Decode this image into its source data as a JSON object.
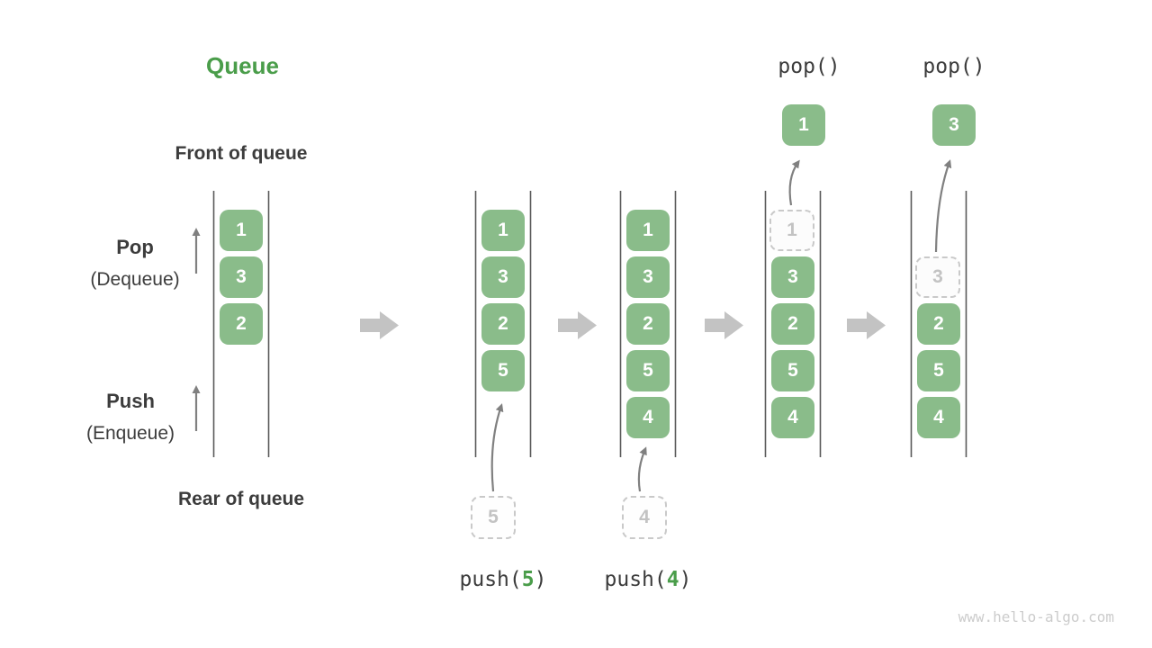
{
  "title": "Queue",
  "labels": {
    "front": "Front of queue",
    "rear": "Rear of queue",
    "pop": "Pop",
    "dequeue": "(Dequeue)",
    "push": "Push",
    "enqueue": "(Enqueue)"
  },
  "operations": {
    "push5": {
      "prefix": "push(",
      "arg": "5",
      "suffix": ")"
    },
    "push4": {
      "prefix": "push(",
      "arg": "4",
      "suffix": ")"
    },
    "pop1": "pop()",
    "pop2": "pop()"
  },
  "popped": {
    "first": "1",
    "second": "3"
  },
  "staged": {
    "push5": "5",
    "push4": "4"
  },
  "columns": [
    {
      "cells": [
        {
          "v": "1"
        },
        {
          "v": "3"
        },
        {
          "v": "2"
        }
      ]
    },
    {
      "cells": [
        {
          "v": "1"
        },
        {
          "v": "3"
        },
        {
          "v": "2"
        },
        {
          "v": "5"
        }
      ]
    },
    {
      "cells": [
        {
          "v": "1"
        },
        {
          "v": "3"
        },
        {
          "v": "2"
        },
        {
          "v": "5"
        },
        {
          "v": "4"
        }
      ]
    },
    {
      "ghost": "1",
      "cells": [
        {
          "v": "3"
        },
        {
          "v": "2"
        },
        {
          "v": "5"
        },
        {
          "v": "4"
        }
      ]
    },
    {
      "ghost": "3",
      "cells": [
        {
          "v": "2"
        },
        {
          "v": "5"
        },
        {
          "v": "4"
        }
      ]
    }
  ],
  "watermark": "www.hello-algo.com",
  "colors": {
    "title-green": "#4a9d4a",
    "box-green": "#8abc8a",
    "box-text": "#ffffff",
    "text-dark": "#3c3c3c",
    "line-gray": "#595959",
    "arrow-gray": "#c3c3c3",
    "curve-gray": "#808080",
    "ghost-border": "#c9c9c9",
    "ghost-text": "#c3c3c3",
    "watermark-gray": "#cccccc"
  }
}
